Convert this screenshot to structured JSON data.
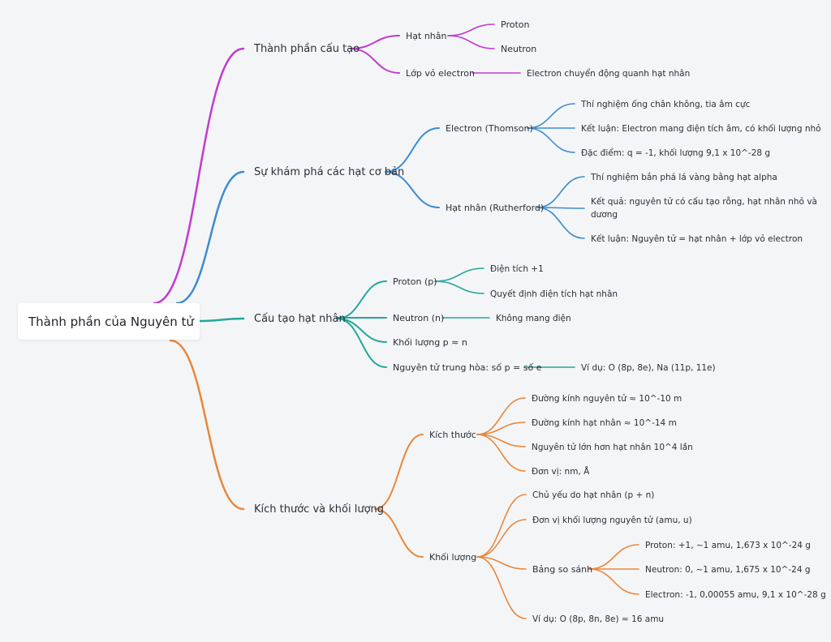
{
  "colors": {
    "background": "#f4f5f7",
    "composition": "#c13bcf",
    "discovery": "#3b8bd1",
    "nucleus": "#22a89a",
    "size_mass": "#e8873a"
  },
  "root": {
    "label": "Thành phần của Nguyên tử"
  },
  "branches": {
    "composition": {
      "label": "Thành phần cấu tạo",
      "hat_nhan": "Hạt nhân",
      "proton": "Proton",
      "neutron": "Neutron",
      "lop_vo": "Lớp vỏ electron",
      "electron_note": "Electron chuyển động quanh hạt nhân"
    },
    "discovery": {
      "label": "Sự khám phá các hạt cơ bản",
      "thomson": "Electron (Thomson)",
      "thomson_1": "Thí nghiệm ống chân không, tia âm cực",
      "thomson_2": "Kết luận: Electron mang điện tích âm, có khối lượng nhỏ",
      "thomson_3": "Đặc điểm: q = -1, khối lượng 9,1 x 10^-28 g",
      "rutherford": "Hạt nhân (Rutherford)",
      "rutherford_1": "Thí nghiệm bắn phá lá vàng bằng hạt alpha",
      "rutherford_2a": "Kết quả: nguyên tử có cấu tạo rỗng, hạt nhân nhỏ và",
      "rutherford_2b": "dương",
      "rutherford_3": "Kết luận: Nguyên tử = hạt nhân + lớp vỏ electron"
    },
    "nucleus": {
      "label": "Cấu tạo hạt nhân",
      "proton": "Proton (p)",
      "proton_1": "Điện tích +1",
      "proton_2": "Quyết định điện tích hạt nhân",
      "neutron": "Neutron (n)",
      "neutron_1": "Không mang điện",
      "mass": "Khối lượng p ≈ n",
      "neutral": "Nguyên tử trung hòa: số p = số e",
      "neutral_ex": "Ví dụ: O (8p, 8e), Na (11p, 11e)"
    },
    "size_mass": {
      "label": "Kích thước và khối lượng",
      "size": "Kích thước",
      "size_1": "Đường kính nguyên tử ≈ 10^-10 m",
      "size_2": "Đường kính hạt nhân ≈ 10^-14 m",
      "size_3": "Nguyên tử lớn hơn hạt nhân 10^4 lần",
      "size_4": "Đơn vị: nm, Å",
      "mass": "Khối lượng",
      "mass_1": "Chủ yếu do hạt nhân (p + n)",
      "mass_2": "Đơn vị khối lượng nguyên tử (amu, u)",
      "compare": "Bảng so sánh",
      "compare_1": "Proton: +1, ~1 amu, 1,673 x 10^-24 g",
      "compare_2": "Neutron: 0, ~1 amu, 1,675 x 10^-24 g",
      "compare_3": "Electron: -1, 0,00055 amu, 9,1 x 10^-28 g",
      "mass_example": "Ví dụ: O (8p, 8n, 8e) ≈ 16 amu"
    }
  }
}
